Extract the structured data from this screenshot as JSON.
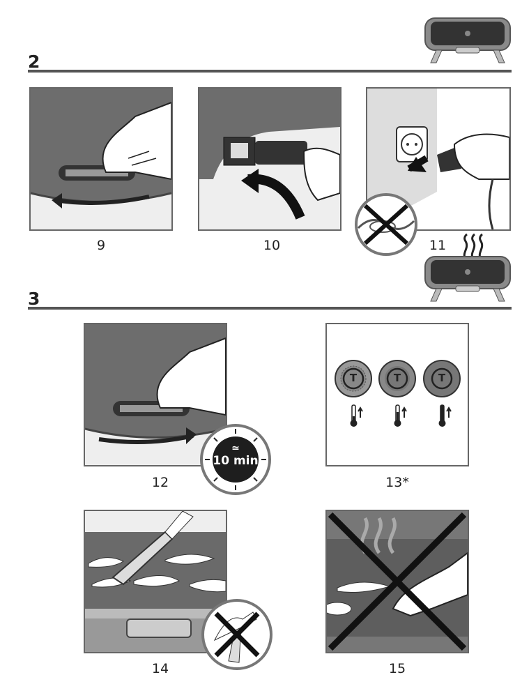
{
  "sections": [
    {
      "number": "2"
    },
    {
      "number": "3"
    }
  ],
  "steps": [
    {
      "caption": "9"
    },
    {
      "caption": "10"
    },
    {
      "caption": "11"
    },
    {
      "caption": "12"
    },
    {
      "caption": "13*"
    },
    {
      "caption": "14"
    },
    {
      "caption": "15"
    }
  ],
  "timer": {
    "approx": "≃",
    "label": "10 min"
  },
  "temperature_indicator": {
    "letter": "T",
    "thermometer_levels": [
      0.35,
      0.6,
      0.9
    ]
  }
}
